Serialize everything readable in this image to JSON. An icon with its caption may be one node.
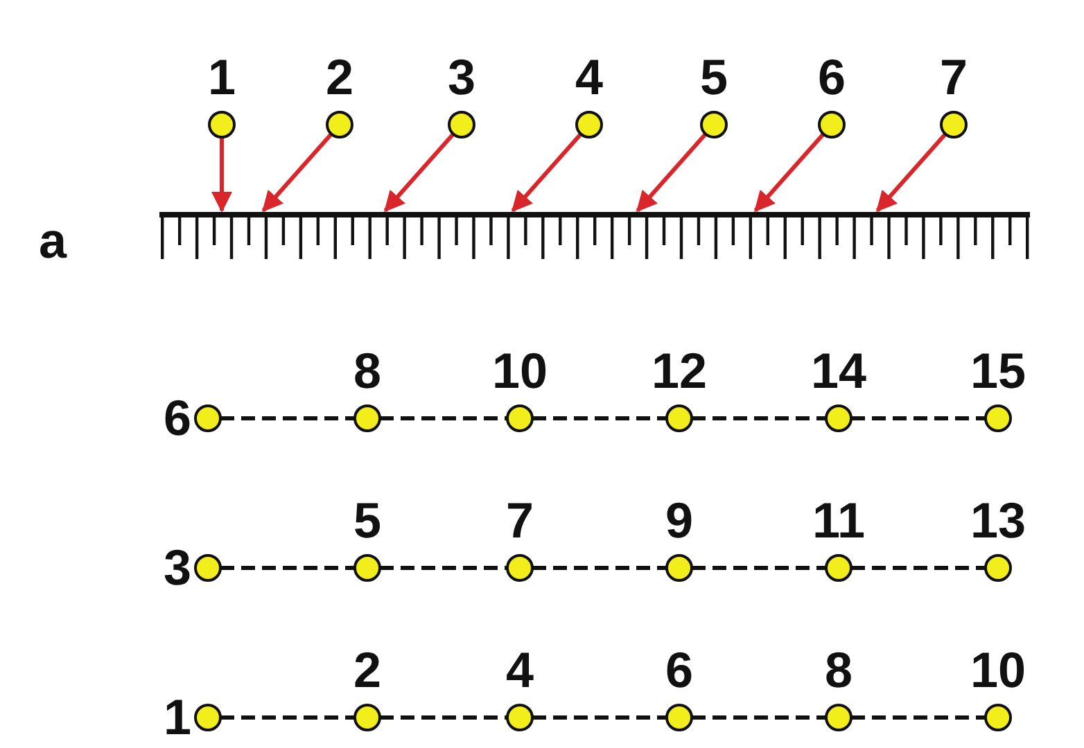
{
  "diagram": {
    "nodes": [
      {
        "text": [],
        "shape": "circle",
        "beside": [
          "1"
        ]
      },
      {
        "text": [],
        "shape": "circle",
        "beside": [
          "2"
        ]
      },
      {
        "text": [],
        "shape": "circle",
        "beside": [
          "3"
        ]
      },
      {
        "text": [],
        "shape": "circle",
        "beside": [
          "4"
        ]
      },
      {
        "text": [],
        "shape": "circle",
        "beside": [
          "5"
        ]
      },
      {
        "text": [],
        "shape": "circle",
        "beside": [
          "6"
        ]
      },
      {
        "text": [],
        "shape": "circle",
        "beside": [
          "7"
        ]
      },
      {
        "text": [],
        "shape": "bar"
      },
      {
        "text": [],
        "shape": "circle",
        "beside": [
          "6"
        ]
      },
      {
        "text": [],
        "shape": "circle",
        "beside": [
          "8"
        ]
      },
      {
        "text": [],
        "shape": "circle",
        "beside": [
          "10"
        ]
      },
      {
        "text": [],
        "shape": "circle",
        "beside": [
          "12"
        ]
      },
      {
        "text": [],
        "shape": "circle",
        "beside": [
          "14"
        ]
      },
      {
        "text": [],
        "shape": "circle",
        "beside": [
          "15"
        ]
      },
      {
        "text": [],
        "shape": "circle",
        "beside": [
          "3"
        ]
      },
      {
        "text": [],
        "shape": "circle",
        "beside": [
          "5"
        ]
      },
      {
        "text": [],
        "shape": "circle",
        "beside": [
          "7"
        ]
      },
      {
        "text": [],
        "shape": "circle",
        "beside": [
          "9"
        ]
      },
      {
        "text": [],
        "shape": "circle",
        "beside": [
          "11"
        ]
      },
      {
        "text": [],
        "shape": "circle",
        "beside": [
          "13"
        ]
      },
      {
        "text": [],
        "shape": "circle",
        "beside": [
          "1"
        ]
      },
      {
        "text": [],
        "shape": "circle",
        "beside": [
          "2"
        ]
      },
      {
        "text": [],
        "shape": "circle",
        "beside": [
          "4"
        ]
      },
      {
        "text": [],
        "shape": "circle",
        "beside": [
          "6"
        ]
      },
      {
        "text": [],
        "shape": "circle",
        "beside": [
          "8"
        ]
      },
      {
        "text": [],
        "shape": "circle",
        "beside": [
          "10"
        ]
      }
    ],
    "edges": [
      {
        "from": 0,
        "to": 7,
        "arrow": "to",
        "color": "#d9262b"
      },
      {
        "from": 1,
        "to": 7,
        "arrow": "to",
        "color": "#d9262b"
      },
      {
        "from": 2,
        "to": 7,
        "arrow": "to",
        "color": "#d9262b"
      },
      {
        "from": 3,
        "to": 7,
        "arrow": "to",
        "color": "#d9262b"
      },
      {
        "from": 4,
        "to": 7,
        "arrow": "to",
        "color": "#d9262b"
      },
      {
        "from": 5,
        "to": 7,
        "arrow": "to",
        "color": "#d9262b"
      },
      {
        "from": 6,
        "to": 7,
        "arrow": "to",
        "color": "#d9262b"
      },
      {
        "from": 8,
        "to": 9,
        "arrow": "none",
        "style": "dashed"
      },
      {
        "from": 9,
        "to": 10,
        "arrow": "none",
        "style": "dashed"
      },
      {
        "from": 10,
        "to": 11,
        "arrow": "none",
        "style": "dashed"
      },
      {
        "from": 11,
        "to": 12,
        "arrow": "none",
        "style": "dashed"
      },
      {
        "from": 12,
        "to": 13,
        "arrow": "none",
        "style": "dashed"
      },
      {
        "from": 14,
        "to": 15,
        "arrow": "none",
        "style": "dashed"
      },
      {
        "from": 15,
        "to": 16,
        "arrow": "none",
        "style": "dashed"
      },
      {
        "from": 16,
        "to": 17,
        "arrow": "none",
        "style": "dashed"
      },
      {
        "from": 17,
        "to": 18,
        "arrow": "none",
        "style": "dashed"
      },
      {
        "from": 18,
        "to": 19,
        "arrow": "none",
        "style": "dashed"
      },
      {
        "from": 20,
        "to": 21,
        "arrow": "none",
        "style": "dashed"
      },
      {
        "from": 21,
        "to": 22,
        "arrow": "none",
        "style": "dashed"
      },
      {
        "from": 22,
        "to": 23,
        "arrow": "none",
        "style": "dashed"
      },
      {
        "from": 23,
        "to": 24,
        "arrow": "none",
        "style": "dashed"
      },
      {
        "from": 24,
        "to": 25,
        "arrow": "none",
        "style": "dashed"
      }
    ],
    "labels": [
      "a"
    ]
  }
}
